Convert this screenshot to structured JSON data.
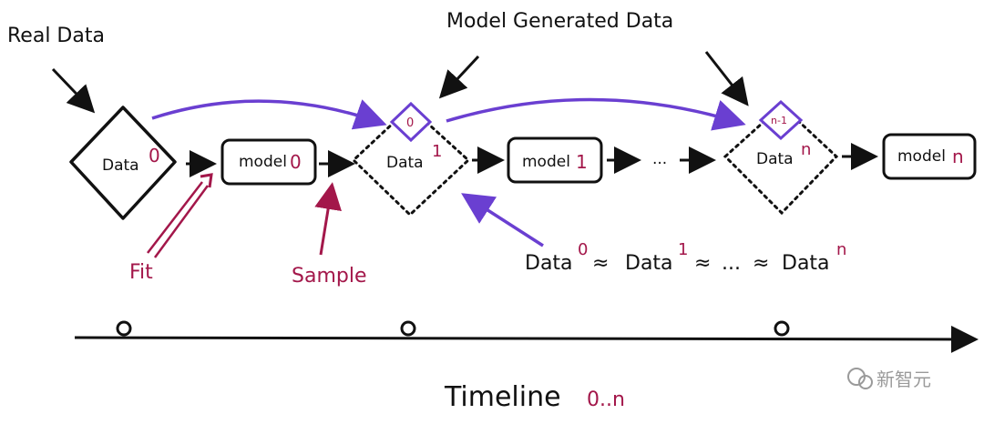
{
  "labels": {
    "real_data": "Real Data",
    "model_generated_data": "Model Generated Data",
    "fit": "Fit",
    "sample": "Sample",
    "ellipsis": "...",
    "timeline": "Timeline",
    "timeline_range": "0..n",
    "watermark": "新智元"
  },
  "nodes": {
    "data0": {
      "base": "Data",
      "sup": "0"
    },
    "data1": {
      "base": "Data",
      "sup": "1"
    },
    "datan": {
      "base": "Data",
      "sup": "n"
    },
    "model0": {
      "base": "model",
      "num": "0"
    },
    "model1": {
      "base": "model",
      "num": "1"
    },
    "modeln": {
      "base": "model",
      "num": "n"
    },
    "mini_data1": "0",
    "mini_datan": "n-1"
  },
  "equation": {
    "term1_base": "Data",
    "term1_sup": "0",
    "approx1": "≈",
    "term2_base": "Data",
    "term2_sup": "1",
    "approx2": "≈",
    "dots": "...",
    "approx3": "≈",
    "term3_base": "Data",
    "term3_sup": "n"
  },
  "colors": {
    "accent_purple": "#6a3fd1",
    "accent_red": "#a3174a",
    "ink": "#111111"
  }
}
